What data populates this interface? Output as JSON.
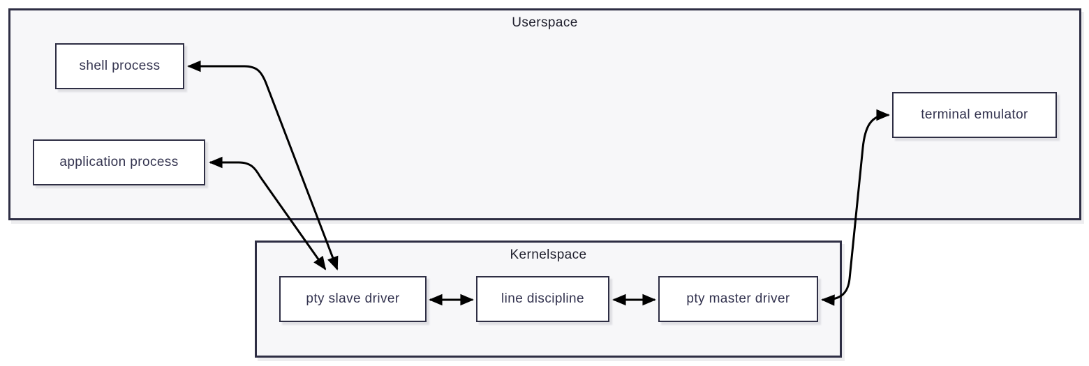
{
  "diagram": {
    "type": "flowchart",
    "userspace": {
      "title": "Userspace",
      "nodes": {
        "shell": "shell process",
        "application": "application process",
        "terminal": "terminal emulator"
      }
    },
    "kernelspace": {
      "title": "Kernelspace",
      "nodes": {
        "slave": "pty slave driver",
        "ld": "line discipline",
        "master": "pty master driver"
      }
    },
    "edges": [
      {
        "from": "shell process",
        "to": "pty slave driver",
        "style": "bidirectional"
      },
      {
        "from": "application process",
        "to": "pty slave driver",
        "style": "bidirectional"
      },
      {
        "from": "pty slave driver",
        "to": "line discipline",
        "style": "bidirectional"
      },
      {
        "from": "line discipline",
        "to": "pty master driver",
        "style": "bidirectional"
      },
      {
        "from": "pty master driver",
        "to": "terminal emulator",
        "style": "bidirectional"
      }
    ],
    "colors": {
      "line": "#2e2e44",
      "containerFill": "#f7f7f9",
      "nodeFill": "#ffffff",
      "arrow": "#000000",
      "text": "#32324e",
      "titleText": "#1d1d2b",
      "pageBg": "#ffffff"
    }
  }
}
